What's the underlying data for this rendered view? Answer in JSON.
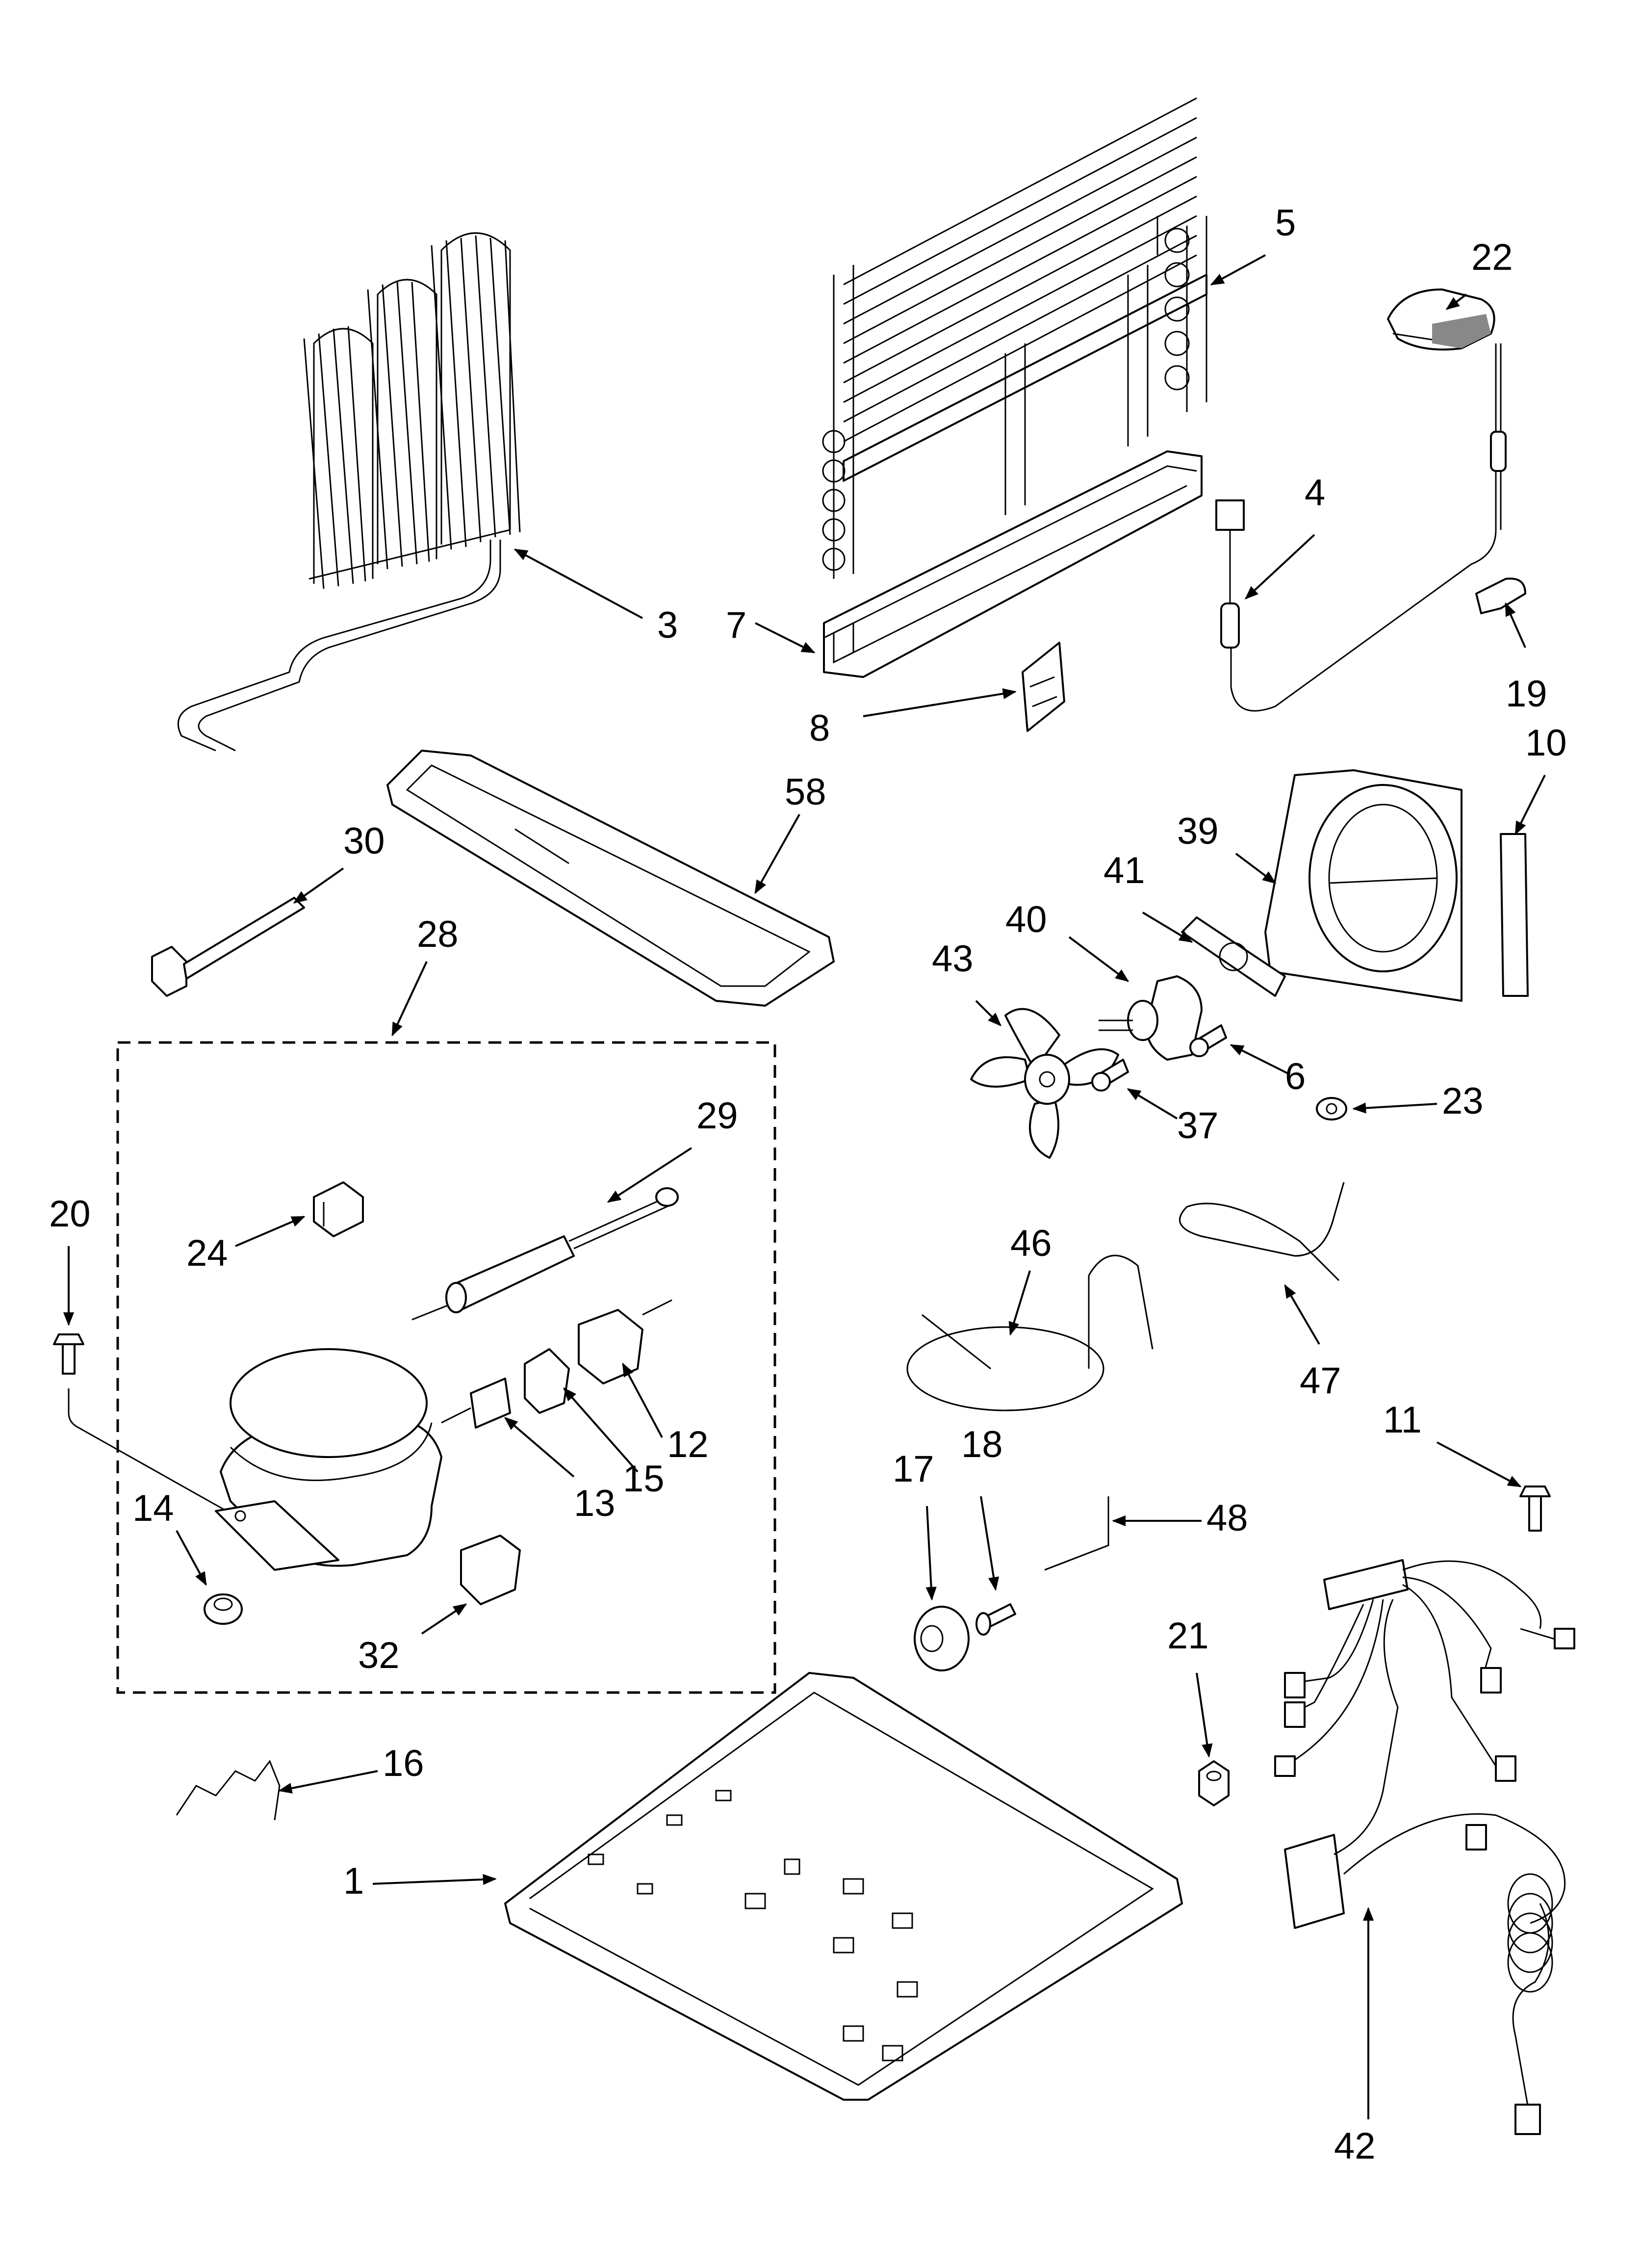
{
  "diagram": {
    "type": "exploded parts diagram",
    "colors": {
      "line": "#000000",
      "background": "#ffffff"
    },
    "callouts": {
      "p1": "1",
      "p3": "3",
      "p4": "4",
      "p5": "5",
      "p6": "6",
      "p7": "7",
      "p8": "8",
      "p10": "10",
      "p11": "11",
      "p12": "12",
      "p13": "13",
      "p14": "14",
      "p15": "15",
      "p16": "16",
      "p17": "17",
      "p18": "18",
      "p19": "19",
      "p20": "20",
      "p21": "21",
      "p22": "22",
      "p23": "23",
      "p24": "24",
      "p28": "28",
      "p29": "29",
      "p30": "30",
      "p32": "32",
      "p37": "37",
      "p39": "39",
      "p40": "40",
      "p41": "41",
      "p42": "42",
      "p43": "43",
      "p46": "46",
      "p47": "47",
      "p48": "48",
      "p58": "58"
    }
  }
}
